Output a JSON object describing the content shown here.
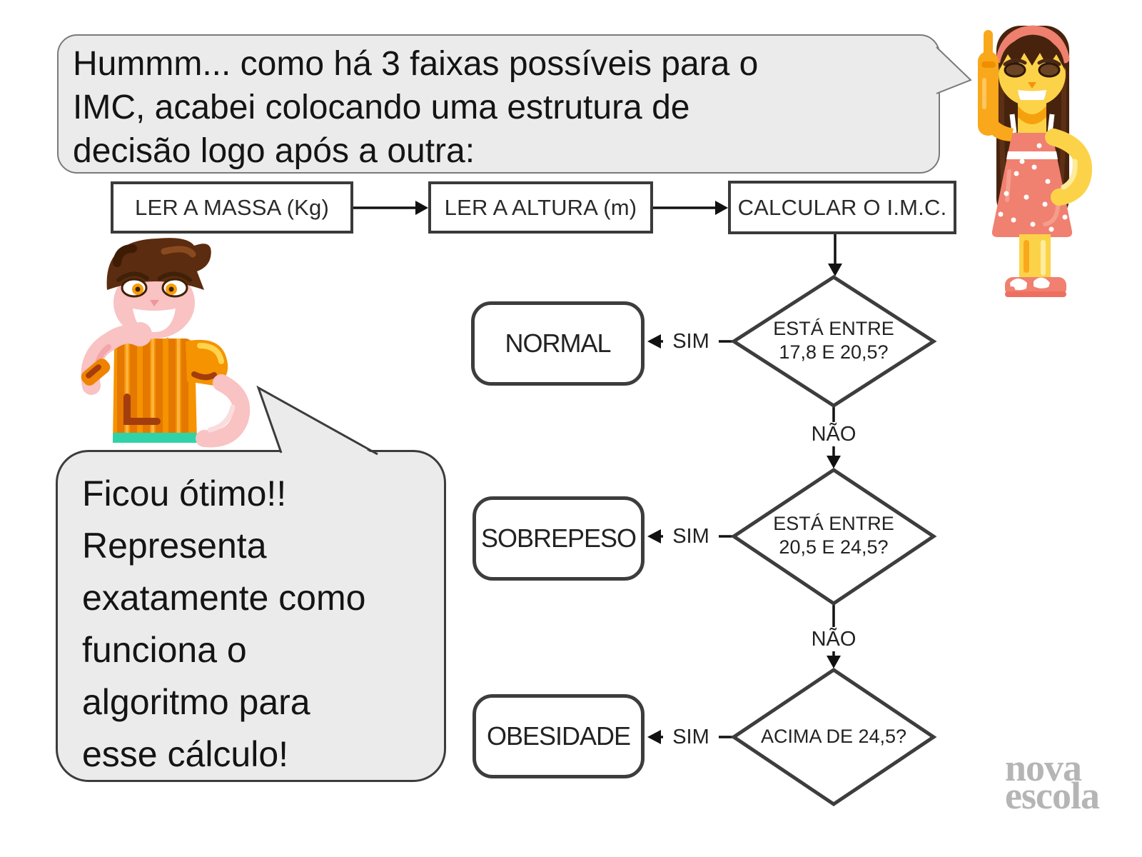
{
  "bubbles": {
    "girl": {
      "lines": [
        "Hummm... como há 3 faixas possíveis para o",
        "IMC, acabei colocando uma estrutura de",
        "decisão logo após a outra:"
      ]
    },
    "boy": {
      "lines": [
        "Ficou ótimo!!",
        "Representa",
        "exatamente como",
        "funciona o",
        "algoritmo para",
        "esse cálculo!"
      ]
    }
  },
  "flowchart": {
    "process_steps": [
      {
        "label": "LER A MASSA (Kg)"
      },
      {
        "label": "LER A ALTURA (m)"
      },
      {
        "label": "CALCULAR O I.M.C."
      }
    ],
    "decisions": [
      {
        "lines": [
          "ESTÁ ENTRE",
          "17,8 E 20,5?"
        ],
        "yes_label": "SIM",
        "no_label": "NÃO",
        "result": "NORMAL"
      },
      {
        "lines": [
          "ESTÁ ENTRE",
          "20,5 E 24,5?"
        ],
        "yes_label": "SIM",
        "no_label": "NÃO",
        "result": "SOBREPESO"
      },
      {
        "lines": [
          "ACIMA DE 24,5?"
        ],
        "yes_label": "SIM",
        "result": "OBESIDADE"
      }
    ]
  },
  "logo": {
    "line1": "nova",
    "line2": "escola"
  },
  "characters": {
    "girl": "girl-student-illustration",
    "boy": "boy-student-illustration"
  },
  "colors": {
    "bubble_fill": "#ebebeb",
    "shape_stroke": "#3d3d3d",
    "line_black": "#111111",
    "logo_gray": "#b5b5b5",
    "girl_dress": "#f08070",
    "girl_skin": "#fcd348",
    "boy_shirt": "#f59300",
    "boy_skin": "#f9c2c3",
    "teal_band": "#2fd3a7"
  }
}
